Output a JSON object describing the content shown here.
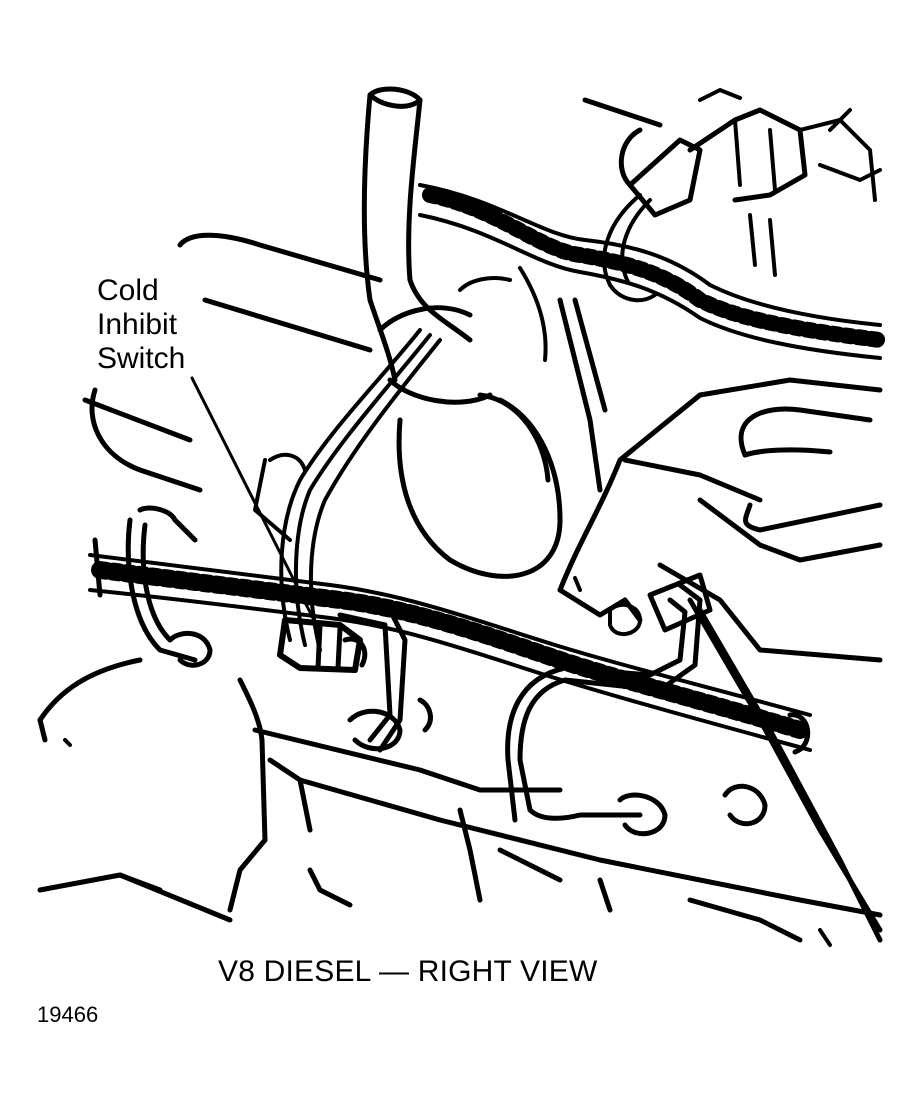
{
  "callout": {
    "line1": "Cold",
    "line2": "Inhibit",
    "line3": "Switch"
  },
  "caption": "V8 DIESEL — RIGHT VIEW",
  "figure_number": "19466",
  "colors": {
    "ink": "#000000",
    "paper": "#ffffff"
  }
}
